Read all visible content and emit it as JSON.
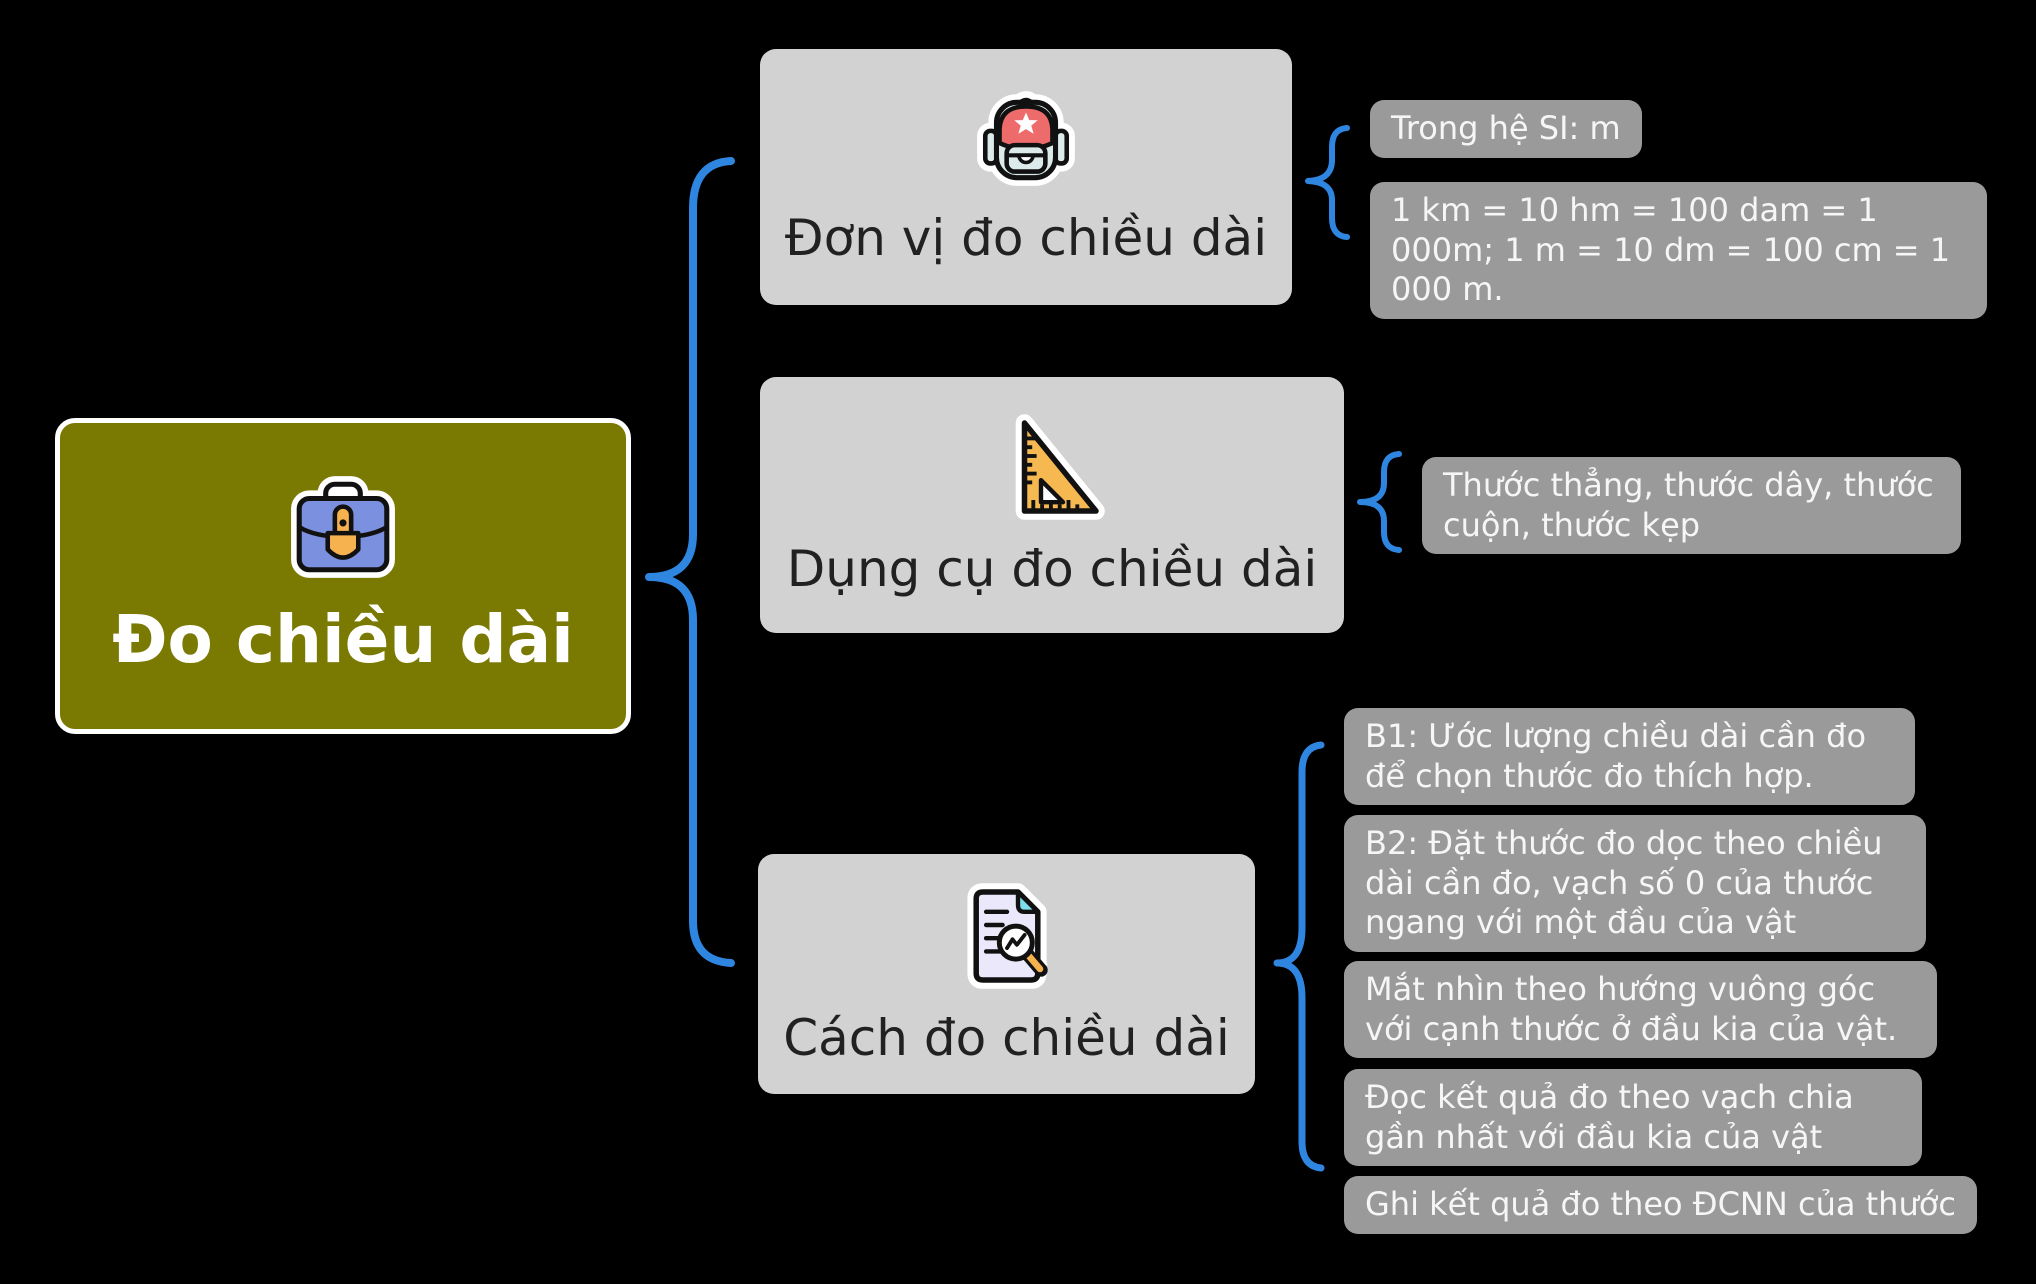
{
  "colors": {
    "background": "#000000",
    "root_bg": "#7a7a03",
    "root_border": "#ffffff",
    "branch_bg": "#d2d2d2",
    "leaf_bg": "#9a9a9a",
    "brace_blue": "#2f86e0",
    "icon_orange": "#f6b24e",
    "icon_red": "#ee6b6b",
    "icon_periwinkle": "#7c90e0",
    "icon_mint": "#dcebea",
    "icon_lavender": "#ece8fb",
    "icon_cyan": "#7fdcec"
  },
  "root": {
    "label": "Đo chiều dài",
    "icon": "briefcase-icon"
  },
  "branches": [
    {
      "id": "units",
      "label": "Đơn vị đo chiều dài",
      "icon": "backpack-icon",
      "leaves": [
        "Trong hệ SI: m",
        "1 km = 10 hm = 100 dam = 1 000m; 1 m = 10 dm = 100 cm = 1 000 m."
      ]
    },
    {
      "id": "tools",
      "label": "Dụng cụ đo chiều dài",
      "icon": "set-square-icon",
      "leaves": [
        "Thước thẳng, thước dây, thước cuộn, thước kẹp"
      ]
    },
    {
      "id": "method",
      "label": "Cách đo chiều dài",
      "icon": "document-search-icon",
      "leaves": [
        "B1: Ước lượng chiều dài cần đo để chọn thước đo thích hợp.",
        "B2: Đặt thước đo dọc theo chiều dài cần đo, vạch số 0 của thước ngang với một đầu của vật",
        "Mắt nhìn theo hướng vuông góc với cạnh thước ở đầu kia của vật.",
        "Đọc kết quả đo theo vạch chia gần nhất với đầu kia của vật",
        "Ghi kết quả đo theo ĐCNN của thước"
      ]
    }
  ]
}
